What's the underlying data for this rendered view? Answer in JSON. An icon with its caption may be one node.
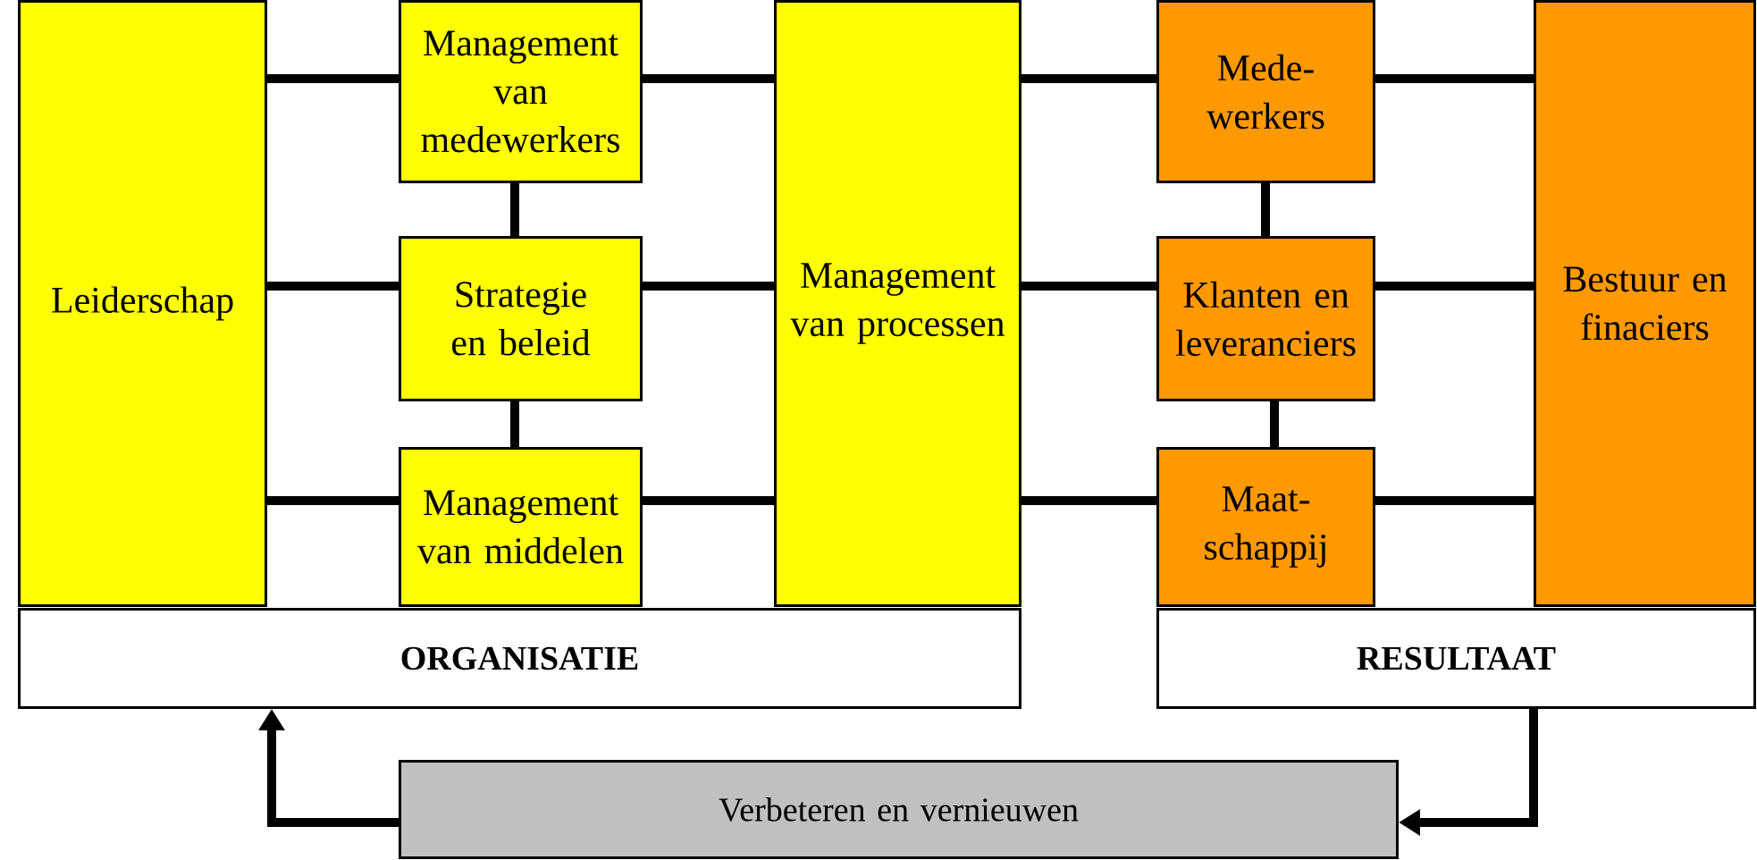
{
  "diagram": {
    "nodes": [
      {
        "text": [
          "Leiderschap"
        ]
      },
      {
        "text": [
          "Management van medewerkers"
        ]
      },
      {
        "text": [
          "Strategie en beleid"
        ]
      },
      {
        "text": [
          "Management van middelen"
        ]
      },
      {
        "text": [
          "Management van processen"
        ]
      },
      {
        "text": [
          "Mede-werkers"
        ]
      },
      {
        "text": [
          "Klanten en leveranciers"
        ]
      },
      {
        "text": [
          "Maat-schappij"
        ]
      },
      {
        "text": [
          "Bestuur en finaciers"
        ]
      },
      {
        "text": [
          "ORGANISATIE"
        ]
      },
      {
        "text": [
          "RESULTAAT"
        ]
      },
      {
        "text": [
          "Verbeteren en vernieuwen"
        ]
      }
    ],
    "edges": [
      {
        "from": 0,
        "to": 1,
        "arrow": "none"
      },
      {
        "from": 0,
        "to": 2,
        "arrow": "none"
      },
      {
        "from": 0,
        "to": 3,
        "arrow": "none"
      },
      {
        "from": 1,
        "to": 2,
        "arrow": "none"
      },
      {
        "from": 2,
        "to": 3,
        "arrow": "none"
      },
      {
        "from": 1,
        "to": 4,
        "arrow": "none"
      },
      {
        "from": 2,
        "to": 4,
        "arrow": "none"
      },
      {
        "from": 3,
        "to": 4,
        "arrow": "none"
      },
      {
        "from": 4,
        "to": 5,
        "arrow": "none"
      },
      {
        "from": 4,
        "to": 6,
        "arrow": "none"
      },
      {
        "from": 4,
        "to": 7,
        "arrow": "none"
      },
      {
        "from": 5,
        "to": 6,
        "arrow": "none"
      },
      {
        "from": 6,
        "to": 7,
        "arrow": "none"
      },
      {
        "from": 5,
        "to": 8,
        "arrow": "none"
      },
      {
        "from": 6,
        "to": 8,
        "arrow": "none"
      },
      {
        "from": 7,
        "to": 8,
        "arrow": "none"
      },
      {
        "from": 11,
        "to": 9,
        "arrow": "to"
      },
      {
        "from": 10,
        "to": 11,
        "arrow": "to"
      }
    ]
  }
}
